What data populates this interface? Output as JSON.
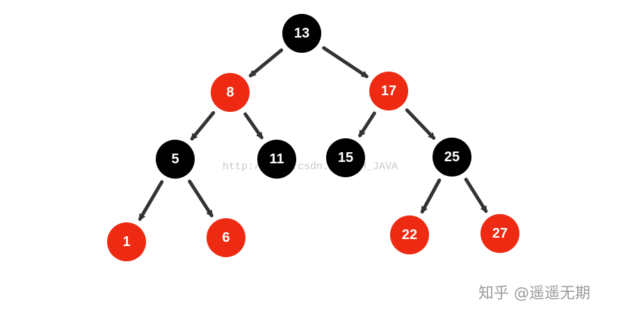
{
  "colors": {
    "red": "#ee2a12",
    "black": "#000000",
    "arrow": "#333333",
    "label": "#ffffff"
  },
  "tree": {
    "nodes": [
      {
        "id": "n13",
        "label": "13",
        "color": "black"
      },
      {
        "id": "n8",
        "label": "8",
        "color": "red"
      },
      {
        "id": "n17",
        "label": "17",
        "color": "red"
      },
      {
        "id": "n5",
        "label": "5",
        "color": "black"
      },
      {
        "id": "n11",
        "label": "11",
        "color": "black"
      },
      {
        "id": "n15",
        "label": "15",
        "color": "black"
      },
      {
        "id": "n25",
        "label": "25",
        "color": "black"
      },
      {
        "id": "n1",
        "label": "1",
        "color": "red"
      },
      {
        "id": "n6",
        "label": "6",
        "color": "red"
      },
      {
        "id": "n22",
        "label": "22",
        "color": "red"
      },
      {
        "id": "n27",
        "label": "27",
        "color": "red"
      }
    ],
    "edges": [
      {
        "from": "n13",
        "to": "n8"
      },
      {
        "from": "n13",
        "to": "n17"
      },
      {
        "from": "n8",
        "to": "n5"
      },
      {
        "from": "n8",
        "to": "n11"
      },
      {
        "from": "n17",
        "to": "n15"
      },
      {
        "from": "n17",
        "to": "n25"
      },
      {
        "from": "n5",
        "to": "n1"
      },
      {
        "from": "n5",
        "to": "n6"
      },
      {
        "from": "n25",
        "to": "n22"
      },
      {
        "from": "n25",
        "to": "n27"
      }
    ]
  },
  "watermark": "http://blog.csdn.net/QH_JAVA",
  "credit": "知乎 @遥遥无期"
}
